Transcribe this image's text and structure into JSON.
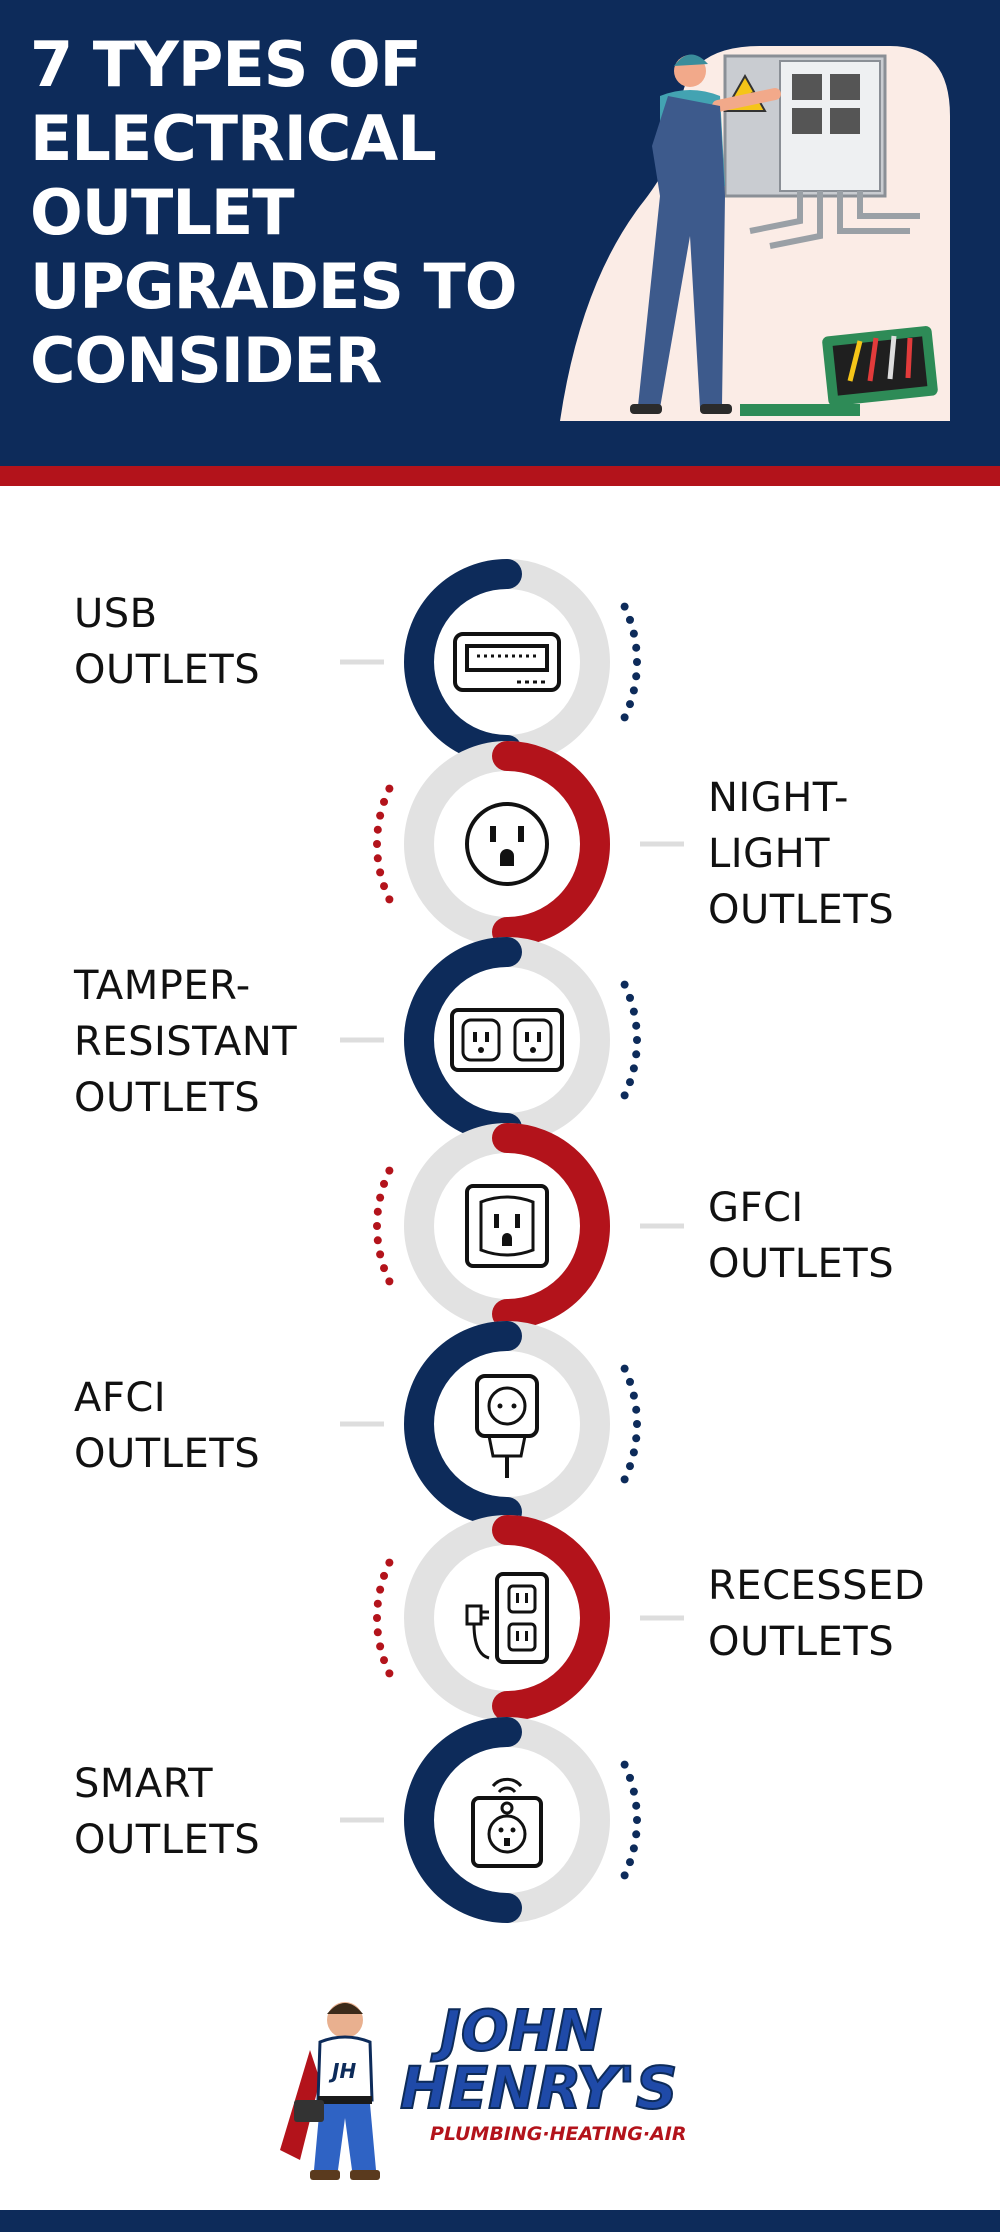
{
  "title": {
    "lines": [
      "7 TYPES OF",
      "ELECTRICAL",
      "OUTLET",
      "UPGRADES TO",
      "CONSIDER"
    ]
  },
  "colors": {
    "navy": "#0d2b5a",
    "red": "#b3131b",
    "light_gray": "#e2e2e2",
    "white": "#ffffff"
  },
  "outlets": [
    {
      "lines": [
        "USB",
        "OUTLETS"
      ],
      "side": "left",
      "accent": "navy",
      "icon": "usb-port-icon"
    },
    {
      "lines": [
        "NIGHT-",
        "LIGHT",
        "OUTLETS"
      ],
      "side": "right",
      "accent": "red",
      "icon": "single-outlet-icon"
    },
    {
      "lines": [
        "TAMPER-",
        "RESISTANT",
        "OUTLETS"
      ],
      "side": "left",
      "accent": "navy",
      "icon": "double-outlet-icon"
    },
    {
      "lines": [
        "GFCI",
        "OUTLETS"
      ],
      "side": "right",
      "accent": "red",
      "icon": "gfci-outlet-icon"
    },
    {
      "lines": [
        "AFCI",
        "OUTLETS"
      ],
      "side": "left",
      "accent": "navy",
      "icon": "plug-outlet-icon"
    },
    {
      "lines": [
        "RECESSED",
        "OUTLETS"
      ],
      "side": "right",
      "accent": "red",
      "icon": "recessed-outlet-icon"
    },
    {
      "lines": [
        "SMART",
        "OUTLETS"
      ],
      "side": "left",
      "accent": "navy",
      "icon": "smart-outlet-icon"
    }
  ],
  "logo": {
    "name_line1": "JOHN",
    "name_line2": "HENRY'S",
    "tagline": "PLUMBING·HEATING·AIR",
    "mascot_initials": "JH"
  }
}
